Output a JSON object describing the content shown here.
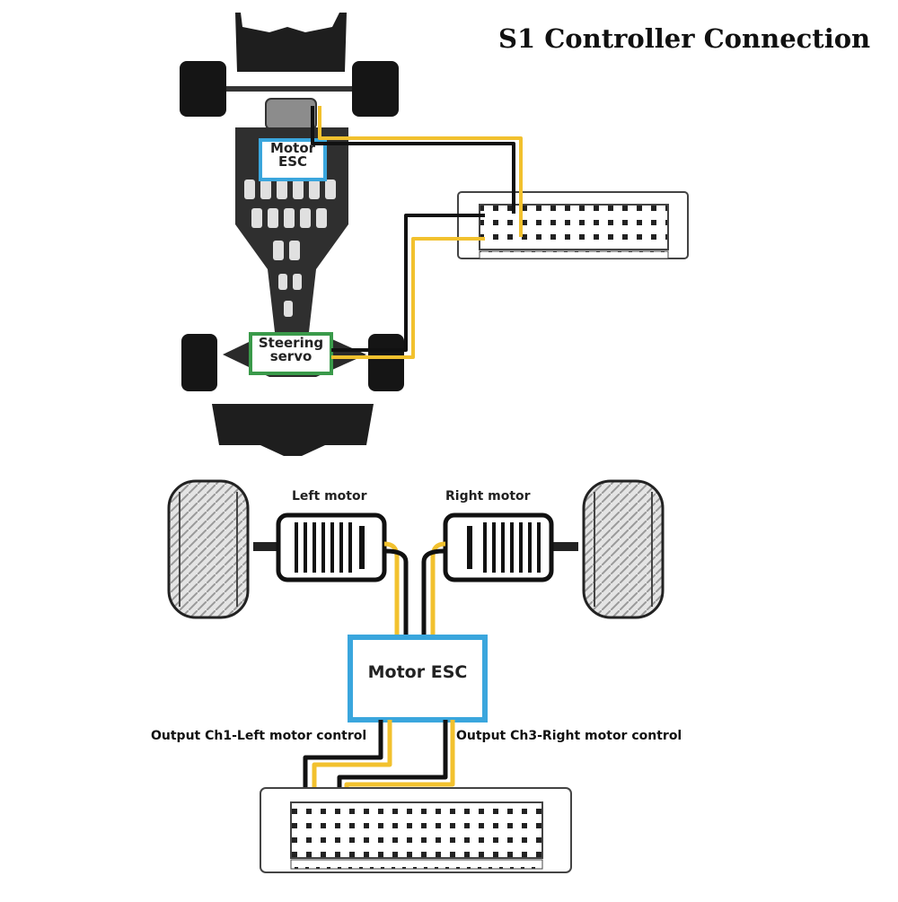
{
  "title": "S1 Controller Connection",
  "top_diagram": {
    "motor_esc_label_line1": "Motor",
    "motor_esc_label_line2": "ESC",
    "steering_label_line1": "Steering",
    "steering_label_line2": "servo"
  },
  "bottom_diagram": {
    "left_motor_label": "Left motor",
    "right_motor_label": "Right motor",
    "esc_label": "Motor ESC",
    "output_ch1_label": "Output Ch1-Left motor control",
    "output_ch3_label": "Output Ch3-Right motor control"
  },
  "colors": {
    "signal_wire": "#f2c12e",
    "ground_wire": "#111111",
    "esc_border": "#3aa6dd",
    "servo_border": "#3a9a4a",
    "chassis": "#2f2f2f"
  }
}
